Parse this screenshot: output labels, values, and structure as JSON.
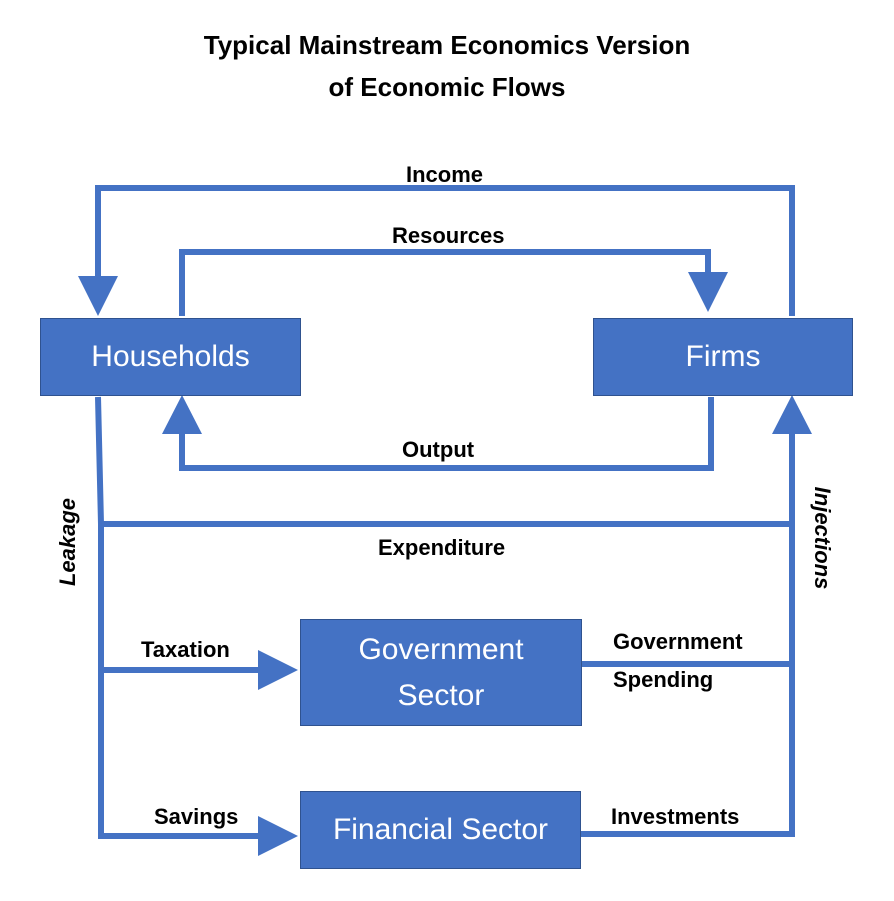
{
  "title": {
    "line1": "Typical Mainstream Economics Version",
    "line2": "of Economic Flows"
  },
  "nodes": {
    "households": "Households",
    "firms": "Firms",
    "government_line1": "Government",
    "government_line2": "Sector",
    "financial": "Financial Sector"
  },
  "flows": {
    "income": "Income",
    "resources": "Resources",
    "output": "Output",
    "expenditure": "Expenditure",
    "taxation": "Taxation",
    "savings": "Savings",
    "government_spending_line1": "Government",
    "government_spending_line2": "Spending",
    "investments": "Investments",
    "leakage": "Leakage",
    "injections": "Injections"
  },
  "colors": {
    "box_fill": "#4472c4",
    "arrow": "#4472c4",
    "box_text": "#ffffff",
    "label_text": "#000000"
  }
}
